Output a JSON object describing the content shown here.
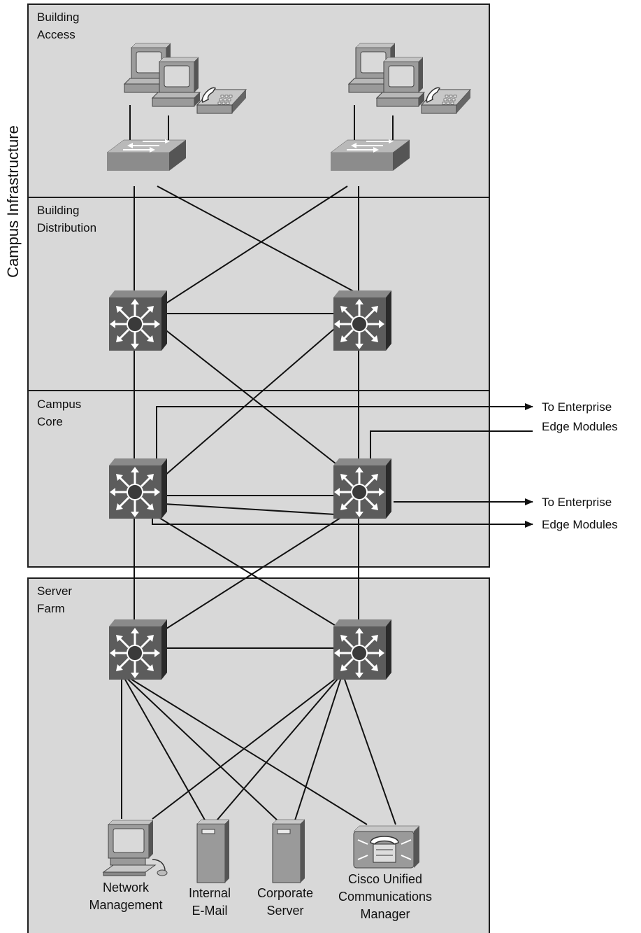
{
  "side_label": "Campus Infrastructure",
  "zones": {
    "building_access": [
      "Building",
      "Access"
    ],
    "building_distribution": [
      "Building",
      "Distribution"
    ],
    "campus_core": [
      "Campus",
      "Core"
    ],
    "server_farm": [
      "Server",
      "Farm"
    ]
  },
  "edge_labels": {
    "top": [
      "To Enterprise",
      "Edge Modules"
    ],
    "bottom": [
      "To Enterprise",
      "Edge Modules"
    ]
  },
  "servers": {
    "network_management": [
      "Network",
      "Management"
    ],
    "internal_email": [
      "Internal",
      "E-Mail"
    ],
    "corporate_server": [
      "Corporate",
      "Server"
    ],
    "cucm": [
      "Cisco Unified",
      "Communications",
      "Manager"
    ]
  },
  "colors": {
    "zone_fill": "#d8d8d8",
    "device_dark": "#5c5c5c",
    "device_light": "#a8a8a8"
  }
}
